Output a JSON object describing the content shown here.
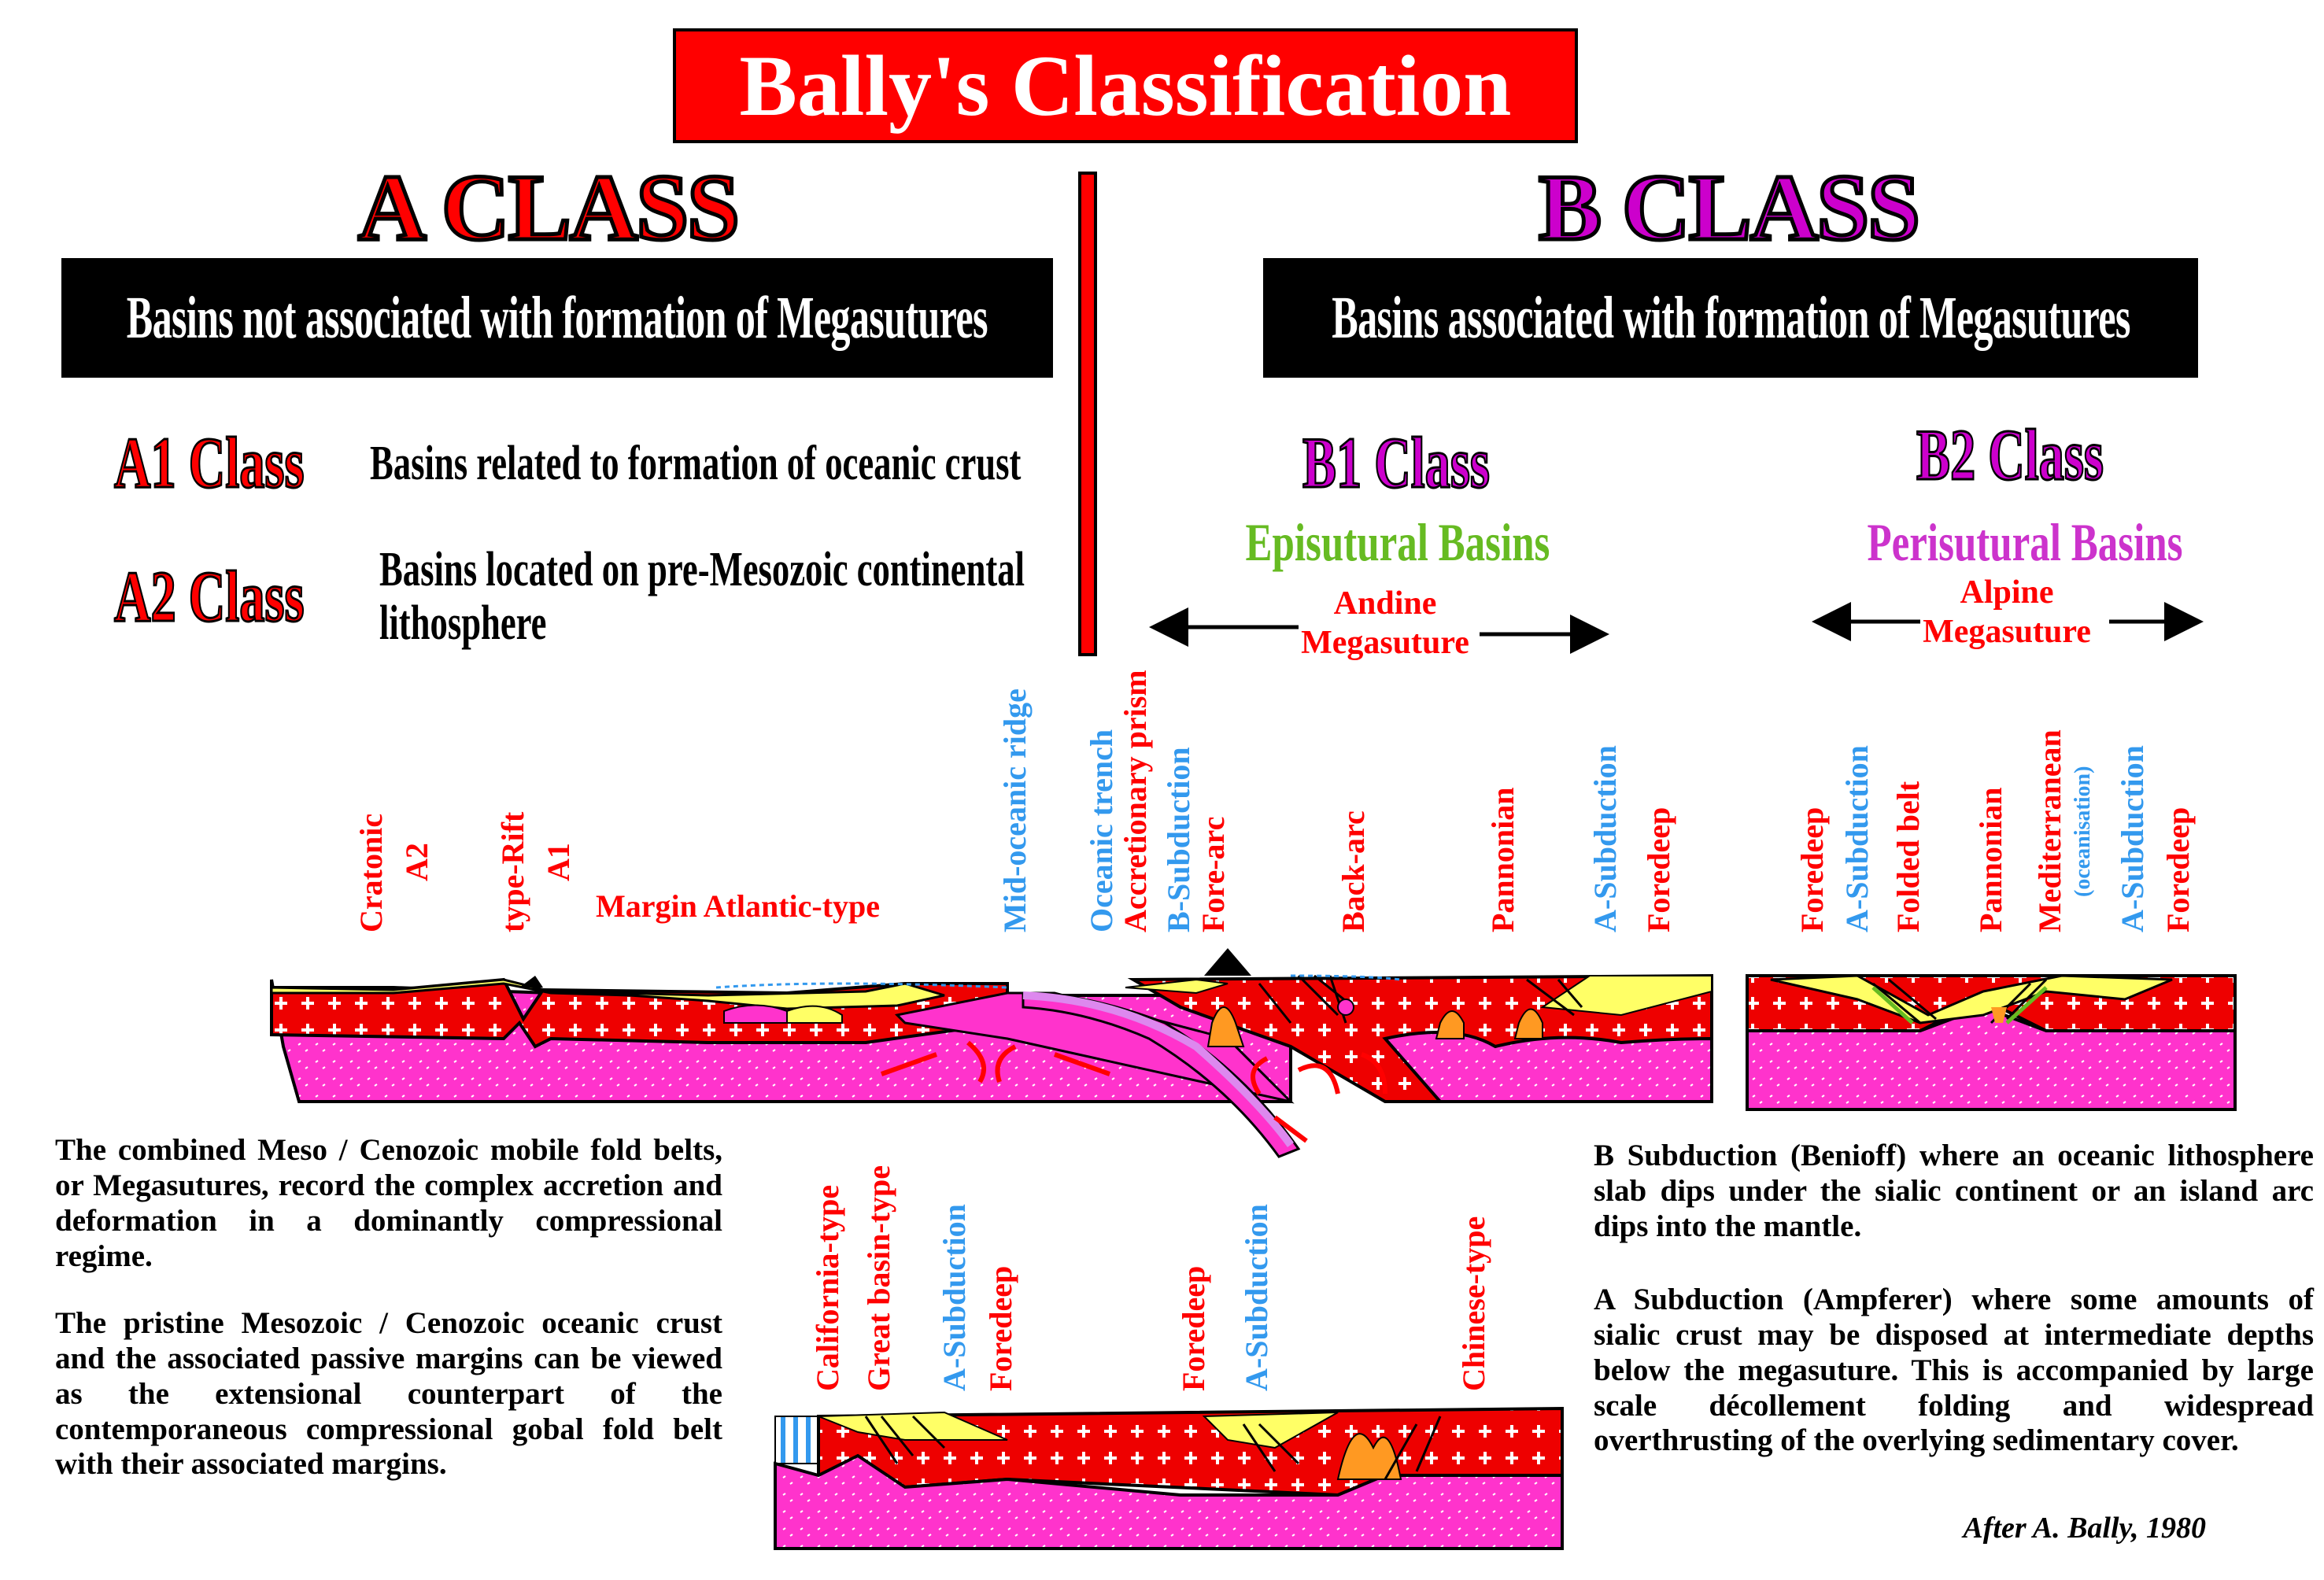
{
  "title": "Bally's Classification",
  "a_class": {
    "heading": "A CLASS",
    "banner": "Basins not associated with formation of Megasutures",
    "a1": {
      "label": "A1 Class",
      "desc": "Basins related to formation of oceanic crust"
    },
    "a2": {
      "label": "A2 Class",
      "desc_line1": "Basins located on pre-Mesozoic continental",
      "desc_line2": "lithosphere"
    }
  },
  "b_class": {
    "heading": "B CLASS",
    "banner": "Basins associated with formation of Megasutures",
    "b1": {
      "label": "B1 Class",
      "sub": "Episutural Basins",
      "mega_line1": "Andine",
      "mega_line2": "Megasuture"
    },
    "b2": {
      "label": "B2 Class",
      "sub": "Perisutural Basins",
      "mega_line1": "Alpine",
      "mega_line2": "Megasuture"
    }
  },
  "upper_labels": {
    "cratonic": "Cratonic",
    "a2": "A2",
    "type_rift": "type-Rift",
    "a1": "A1",
    "margin": "Margin Atlantic-type",
    "mid_ocean": "Mid-oceanic ridge",
    "trench": "Oceanic trench",
    "accretionary": "Accretionary prism",
    "b_subduction": "B-Subduction",
    "fore_arc": "Fore-arc",
    "back_arc": "Back-arc",
    "pannonian": "Pannonian",
    "a_subduction": "A-Subduction",
    "foredeep": "Foredeep",
    "folded_belt": "Folded belt",
    "mediterranean": "Mediterranean",
    "oceanisation": "(oceanisation)"
  },
  "lower_labels": {
    "california": "California-type",
    "great_basin": "Great basin-type",
    "a_subduction": "A-Subduction",
    "foredeep": "Foredeep",
    "chinese": "Chinese-type"
  },
  "text_left": {
    "p1": "The combined Meso / Cenozoic mobile fold belts, or Megasutures, record the complex accretion and deformation in a dominantly compressional regime.",
    "p2": "The pristine Mesozoic / Cenozoic oceanic crust and the associated passive margins can be viewed as the extensional counterpart of the contemporaneous compressional gobal fold belt with their associated margins."
  },
  "text_right": {
    "p1": "B Subduction (Benioff) where an oceanic lithosphere slab dips under the sialic continent or an island arc dips into the mantle.",
    "p2": "A Subduction (Ampferer) where some amounts of sialic crust may be disposed at intermediate depths below the megasuture. This is accompanied by large scale décollement folding and widespread overthrusting of the overlying sedimentary cover."
  },
  "credit": "After A. Bally, 1980",
  "colors": {
    "red": "#ff0000",
    "blue": "#3399ee",
    "magenta": "#ff33cc",
    "green": "#66bb22",
    "yellow": "#ffff66",
    "orange": "#ff9922"
  }
}
